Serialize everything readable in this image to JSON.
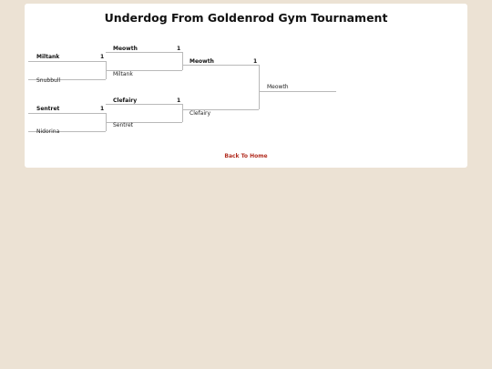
{
  "page": {
    "title": "Underdog From Goldenrod Gym Tournament",
    "back_link": "Back To Home"
  },
  "bracket": {
    "round1": [
      {
        "top": {
          "name": "Miltank",
          "score": "1"
        },
        "bottom": {
          "name": "Snubbull",
          "score": ""
        }
      },
      {
        "top": {
          "name": "Sentret",
          "score": "1"
        },
        "bottom": {
          "name": "Nidorina",
          "score": ""
        }
      }
    ],
    "round2": [
      {
        "top": {
          "name": "Meowth",
          "score": "1"
        },
        "bottom": {
          "name": "Miltank",
          "score": ""
        }
      },
      {
        "top": {
          "name": "Clefairy",
          "score": "1"
        },
        "bottom": {
          "name": "Sentret",
          "score": ""
        }
      }
    ],
    "final": {
      "top": {
        "name": "Meowth",
        "score": "1"
      },
      "bottom": {
        "name": "Clefairy",
        "score": ""
      }
    },
    "champion": {
      "name": "Meowth"
    }
  },
  "colors": {
    "background": "#ece2d4",
    "panel": "#ffffff",
    "link": "#b22d20",
    "line": "#b9b9b9"
  }
}
